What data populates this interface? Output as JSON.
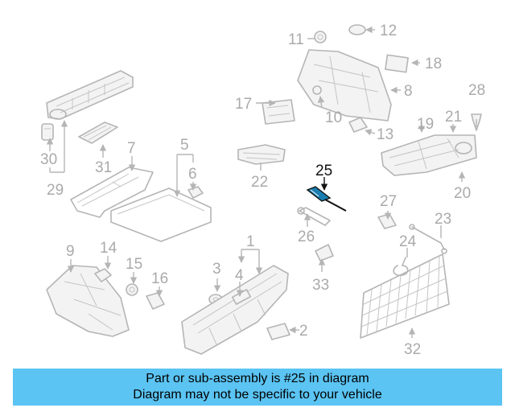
{
  "diagram": {
    "highlight_part": "25",
    "highlight_color": "#111111",
    "highlight_accent": "#1a7fb0",
    "part_color": "#b5b5b5",
    "callouts": [
      "1",
      "2",
      "3",
      "4",
      "5",
      "6",
      "7",
      "8",
      "9",
      "10",
      "11",
      "12",
      "13",
      "14",
      "15",
      "16",
      "17",
      "18",
      "19",
      "20",
      "21",
      "22",
      "23",
      "24",
      "25",
      "26",
      "27",
      "28",
      "29",
      "30",
      "31",
      "32",
      "33"
    ]
  },
  "banner": {
    "line1": "Part or sub-assembly is #25 in diagram",
    "line2": "Diagram may not be specific to your vehicle",
    "background": "#5bc4f3"
  }
}
